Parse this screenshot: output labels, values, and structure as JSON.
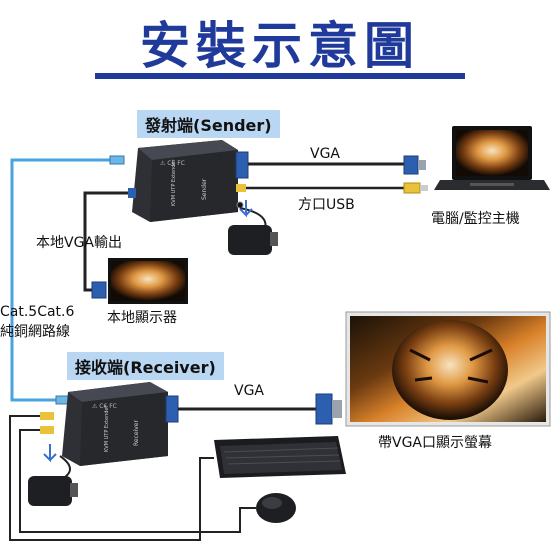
{
  "title": "安裝示意圖",
  "sender": {
    "tag": "發射端(Sender)",
    "device_label": "Sender",
    "device_text": "KVM UTP Extender"
  },
  "receiver": {
    "tag": "接收端(Receiver)",
    "device_label": "Receiver",
    "device_text": "KVM UTP Extender"
  },
  "labels": {
    "vga_top": "VGA",
    "usb": "方口USB",
    "computer": "電腦/監控主機",
    "local_vga_out": "本地VGA輸出",
    "local_monitor": "本地顯示器",
    "cable_line1": "Cat.5Cat.6",
    "cable_line2": "純銅網路線",
    "vga_bottom": "VGA",
    "vga_monitor": "帶VGA口顯示螢幕"
  },
  "colors": {
    "title": "#1f3a9a",
    "tag_bg": "#b9d6f2",
    "network_cable": "#4aa3df",
    "device_body": "#33353b",
    "vga_blue": "#2d5fb0"
  }
}
